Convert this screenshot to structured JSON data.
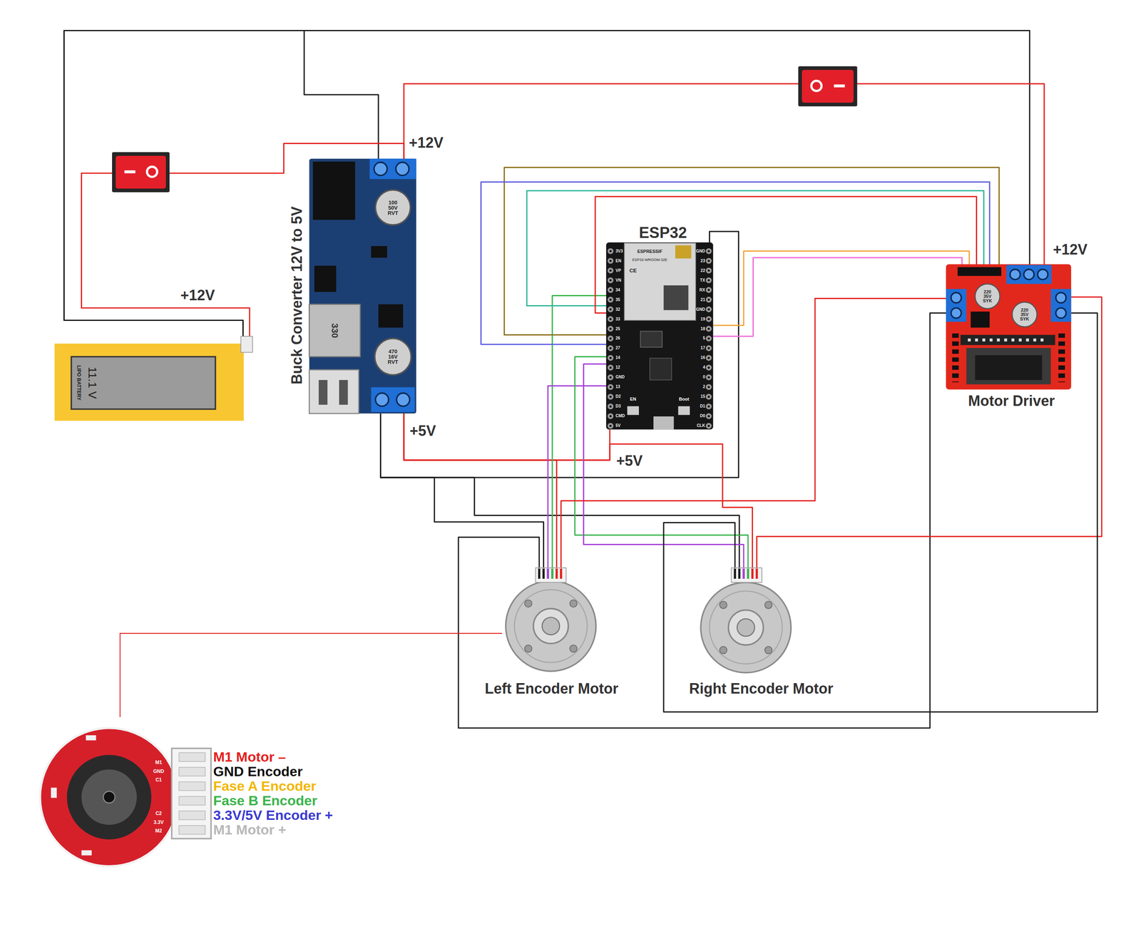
{
  "diagram": {
    "nodes": [
      {
        "text": [
          "LIPO BATTERY",
          "11.1 V"
        ]
      },
      {
        "text": [
          "Buck Converter 12V to 5V"
        ]
      },
      {
        "text": [
          "ESP32"
        ]
      },
      {
        "text": [
          "Motor Driver"
        ]
      },
      {
        "text": [
          "Left Encoder Motor"
        ]
      },
      {
        "text": [
          "Right Encoder Motor"
        ]
      }
    ],
    "edges": [
      {
        "from": 0,
        "to": 1,
        "arrow": "none"
      },
      {
        "from": 0,
        "to": 3,
        "arrow": "none"
      },
      {
        "from": 0,
        "to": 1,
        "arrow": "none"
      },
      {
        "from": 1,
        "to": 3,
        "arrow": "none"
      },
      {
        "from": 1,
        "to": 2,
        "arrow": "none"
      },
      {
        "from": 1,
        "to": 2,
        "arrow": "none"
      },
      {
        "from": 1,
        "to": 4,
        "arrow": "none"
      },
      {
        "from": 1,
        "to": 5,
        "arrow": "none"
      },
      {
        "from": 1,
        "to": 4,
        "arrow": "none"
      },
      {
        "from": 1,
        "to": 5,
        "arrow": "none"
      },
      {
        "from": 2,
        "to": 4,
        "arrow": "none"
      },
      {
        "from": 2,
        "to": 4,
        "arrow": "none"
      },
      {
        "from": 2,
        "to": 5,
        "arrow": "none"
      },
      {
        "from": 2,
        "to": 5,
        "arrow": "none"
      },
      {
        "from": 2,
        "to": 3,
        "arrow": "none"
      },
      {
        "from": 2,
        "to": 3,
        "arrow": "none"
      },
      {
        "from": 2,
        "to": 3,
        "arrow": "none"
      },
      {
        "from": 2,
        "to": 3,
        "arrow": "none"
      },
      {
        "from": 2,
        "to": 3,
        "arrow": "none"
      },
      {
        "from": 2,
        "to": 3,
        "arrow": "none"
      },
      {
        "from": 3,
        "to": 4,
        "arrow": "none"
      },
      {
        "from": 3,
        "to": 4,
        "arrow": "none"
      },
      {
        "from": 3,
        "to": 5,
        "arrow": "none"
      },
      {
        "from": 3,
        "to": 5,
        "arrow": "none"
      }
    ],
    "labels": [
      "+12V",
      "+12V",
      "+12V",
      "+5V",
      "+5V",
      "100 50V RVT",
      "470 16V RVT",
      "330",
      "ESPRESSIF",
      "ESP32-WROOM-32E",
      "CE",
      "EN",
      "Boot",
      "3V3",
      "EN",
      "VP",
      "VN",
      "34",
      "35",
      "32",
      "33",
      "25",
      "26",
      "27",
      "14",
      "12",
      "GND",
      "13",
      "D2",
      "D3",
      "CMD",
      "5V",
      "GND",
      "23",
      "22",
      "TX",
      "RX",
      "21",
      "GND",
      "19",
      "18",
      "5",
      "17",
      "16",
      "4",
      "0",
      "2",
      "15",
      "D1",
      "D0",
      "CLK",
      "220 35V SYK",
      "220 35V SYK",
      "M1",
      "GND",
      "C1",
      "C2",
      "3.3V",
      "M2",
      "M1 Motor –",
      "GND Encoder",
      "Fase A Encoder",
      "Fase B Encoder",
      "3.3V/5V Encoder +",
      "M1 Motor +"
    ]
  }
}
